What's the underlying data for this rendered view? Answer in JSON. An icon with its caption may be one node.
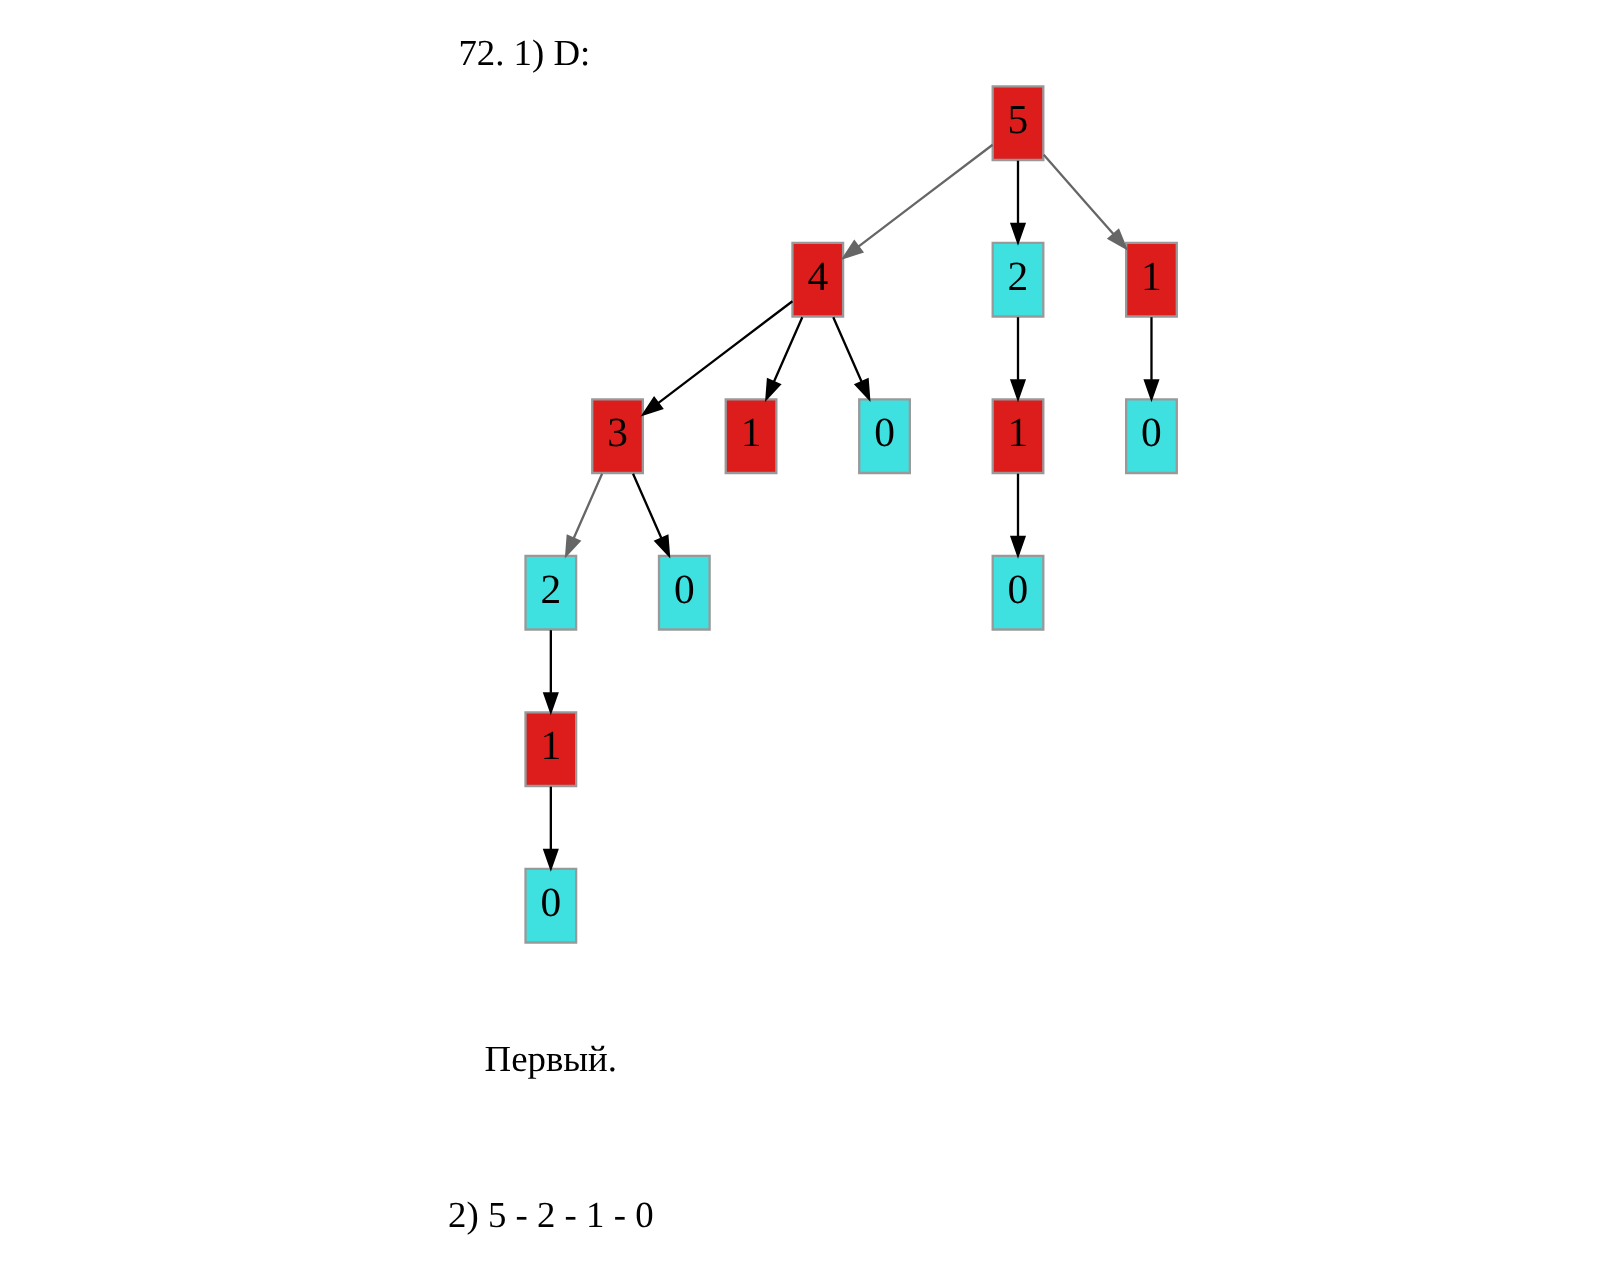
{
  "diagram": {
    "title": "72. 1) D:",
    "nodes": [
      {
        "text": [
          "5"
        ]
      },
      {
        "text": [
          "4"
        ]
      },
      {
        "text": [
          "2"
        ]
      },
      {
        "text": [
          "1"
        ]
      },
      {
        "text": [
          "3"
        ]
      },
      {
        "text": [
          "1"
        ]
      },
      {
        "text": [
          "0"
        ]
      },
      {
        "text": [
          "1"
        ]
      },
      {
        "text": [
          "0"
        ]
      },
      {
        "text": [
          "0"
        ]
      },
      {
        "text": [
          "2"
        ]
      },
      {
        "text": [
          "0"
        ]
      },
      {
        "text": [
          "1"
        ]
      },
      {
        "text": [
          "0"
        ]
      }
    ],
    "edges": [
      {
        "from": 0,
        "to": 1,
        "arrow": "to",
        "color": "#666666"
      },
      {
        "from": 0,
        "to": 2,
        "arrow": "to"
      },
      {
        "from": 0,
        "to": 3,
        "arrow": "to",
        "color": "#666666"
      },
      {
        "from": 1,
        "to": 4,
        "arrow": "to"
      },
      {
        "from": 1,
        "to": 5,
        "arrow": "to"
      },
      {
        "from": 1,
        "to": 6,
        "arrow": "to"
      },
      {
        "from": 2,
        "to": 7,
        "arrow": "to"
      },
      {
        "from": 7,
        "to": 8,
        "arrow": "to"
      },
      {
        "from": 3,
        "to": 9,
        "arrow": "to"
      },
      {
        "from": 4,
        "to": 10,
        "arrow": "to",
        "color": "#666666"
      },
      {
        "from": 4,
        "to": 11,
        "arrow": "to"
      },
      {
        "from": 10,
        "to": 12,
        "arrow": "to"
      },
      {
        "from": 12,
        "to": 13,
        "arrow": "to"
      }
    ],
    "labels": [
      "Первый.",
      "2) 5 - 2 - 1 - 0"
    ]
  }
}
